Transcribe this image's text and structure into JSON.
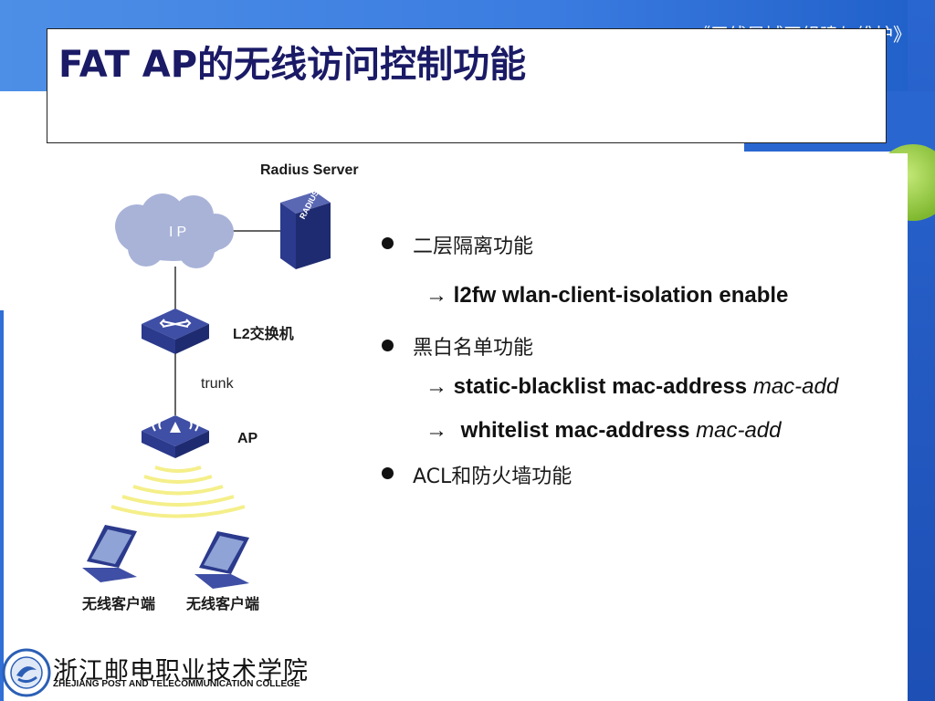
{
  "course_title": "《无线局域网组建与维护》",
  "slide_title": "FAT AP的无线访问控制功能",
  "diagram": {
    "radius_server_label": "Radius Server",
    "radius_badge": "RADIUS",
    "cloud_label": "IP",
    "switch_label": "L2交换机",
    "link_label": "trunk",
    "ap_label": "AP",
    "client_labels": [
      "无线客户端",
      "无线客户端"
    ]
  },
  "bullets": [
    {
      "text": "二层隔离功能"
    },
    {
      "text": "黑白名单功能"
    },
    {
      "text": "ACL和防火墙功能"
    }
  ],
  "commands": [
    {
      "arrow": "→",
      "bold": "l2fw wlan-client-isolation enable",
      "italic": ""
    },
    {
      "arrow": "→",
      "bold": "static-blacklist mac-address",
      "italic": "mac-add"
    },
    {
      "arrow": "→",
      "bold": "whitelist mac-address",
      "italic": "mac-add"
    }
  ],
  "footer": {
    "college_name_cn": "浙江邮电职业技术学院",
    "college_name_en": "ZHEJIANG POST AND TELECOMMUNICATION COLLEGE"
  },
  "colors": {
    "header_blue": "#2f6fd6",
    "accent_green": "#8cc63f",
    "title_text": "#1a1a66",
    "waves_yellow": "#f5ef8a",
    "device_blue": "#2b3a8c"
  }
}
